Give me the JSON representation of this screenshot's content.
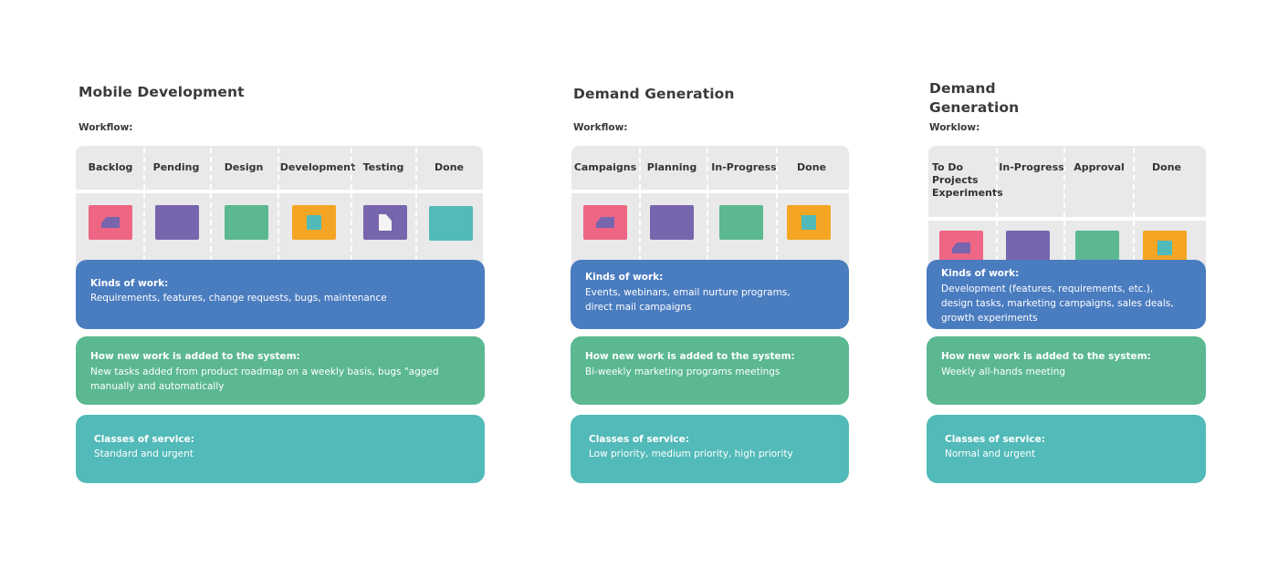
{
  "colors": {
    "pink": "#ee6683",
    "purple": "#7765ae",
    "green": "#5bb891",
    "orange": "#f5a524",
    "teal": "#52bab8",
    "blue": "#4a7cc0",
    "board": "#e9e9e9",
    "dark": "#3a3a3a"
  },
  "panels": [
    {
      "title": "Mobile Development",
      "workflow_label": "Workflow:",
      "columns": [
        "Backlog",
        "Pending",
        "Design",
        "Development",
        "Testing",
        "Done"
      ],
      "cards": [
        {
          "color": "pink",
          "icon": "trapezoid-icon"
        },
        {
          "color": "purple",
          "icon": "none"
        },
        {
          "color": "green",
          "icon": "none"
        },
        {
          "color": "orange",
          "icon": "square-icon"
        },
        {
          "color": "purple",
          "icon": "document-icon"
        },
        {
          "color": "teal",
          "icon": "none"
        }
      ],
      "kinds_title": "Kinds of work:",
      "kinds_body": "Requirements, features, change requests, bugs, maintenance",
      "added_title": "How new work is added to the system:",
      "added_body": "New tasks added from product roadmap on a weekly basis, bugs \"agged\nmanually and automatically",
      "classes_title": "Classes of service:",
      "classes_body": "Standard and urgent"
    },
    {
      "title": "Demand Generation",
      "workflow_label": "Workflow:",
      "columns": [
        "Campaigns",
        "Planning",
        "In-Progress",
        "Done"
      ],
      "cards": [
        {
          "color": "pink",
          "icon": "trapezoid-icon"
        },
        {
          "color": "purple",
          "icon": "none"
        },
        {
          "color": "green",
          "icon": "none"
        },
        {
          "color": "orange",
          "icon": "square-icon"
        }
      ],
      "kinds_title": "Kinds of work:",
      "kinds_body": "Events, webinars, email nurture programs,\ndirect mail campaigns",
      "added_title": "How new work is added to the system:",
      "added_body": "Bi-weekly marketing programs meetings",
      "classes_title": "Classes of service:",
      "classes_body": "Low priority, medium priority, high priority"
    },
    {
      "title": "Demand\nGeneration",
      "workflow_label": "Worklow:",
      "columns": [
        "To Do\nProjects\nExperiments",
        "In-Progress",
        "Approval",
        "Done"
      ],
      "cards": [
        {
          "color": "pink",
          "icon": "trapezoid-icon"
        },
        {
          "color": "purple",
          "icon": "none"
        },
        {
          "color": "green",
          "icon": "none"
        },
        {
          "color": "orange",
          "icon": "square-icon"
        }
      ],
      "kinds_title": "Kinds of work:",
      "kinds_body": "Development (features, requirements, etc.),\ndesign tasks, marketing campaigns, sales deals,\ngrowth experiments",
      "added_title": "How new work is added to the system:",
      "added_body": "Weekly all-hands meeting",
      "classes_title": "Classes of service:",
      "classes_body": "Normal and urgent"
    }
  ]
}
